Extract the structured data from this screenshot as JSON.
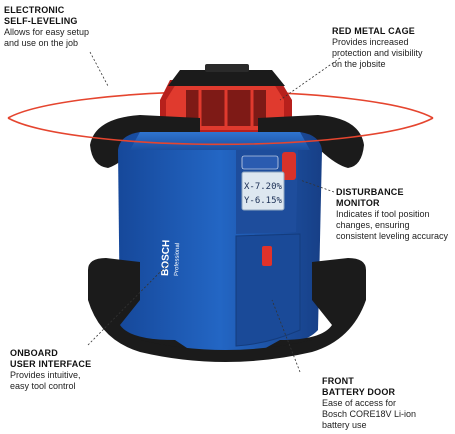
{
  "callouts": {
    "self_leveling": {
      "title": "ELECTRONIC\nSELF-LEVELING",
      "desc": "Allows for easy setup\nand use on the job"
    },
    "cage": {
      "title": "RED METAL CAGE",
      "desc": "Provides increased\nprotection and visibility\non the jobsite"
    },
    "monitor": {
      "title": "DISTURBANCE\nMONITOR",
      "desc": "Indicates if tool position\nchanges, ensuring\nconsistent leveling accuracy"
    },
    "ui": {
      "title": "ONBOARD\nUSER INTERFACE",
      "desc": "Provides intuitive,\neasy tool control"
    },
    "battery": {
      "title": "FRONT\nBATTERY DOOR",
      "desc": "Ease of access for\nBosch CORE18V Li-ion\nbattery use"
    }
  },
  "device": {
    "brand": "BOSCH",
    "model_line": "Professional",
    "screen_line1": "X-7.20%",
    "screen_line2": "Y-6.15%"
  },
  "colors": {
    "body_blue": "#1f5fb8",
    "laser_red": "#e5452f",
    "cage_red": "#d8322a",
    "bumper_black": "#1b1b1b"
  }
}
